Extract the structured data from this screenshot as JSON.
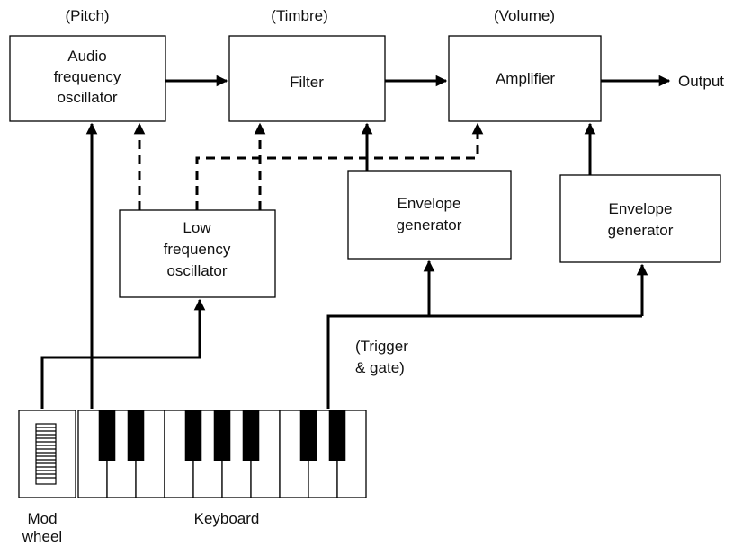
{
  "header_labels": {
    "pitch": "(Pitch)",
    "timbre": "(Timbre)",
    "volume": "(Volume)"
  },
  "blocks": {
    "audio_osc": {
      "line1": "Audio",
      "line2": "frequency",
      "line3": "oscillator"
    },
    "filter": {
      "line1": "Filter"
    },
    "amplifier": {
      "line1": "Amplifier"
    },
    "lfo": {
      "line1": "Low",
      "line2": "frequency",
      "line3": "oscillator"
    },
    "env1": {
      "line1": "Envelope",
      "line2": "generator"
    },
    "env2": {
      "line1": "Envelope",
      "line2": "generator"
    }
  },
  "output_label": "Output",
  "trigger_label": {
    "line1": "(Trigger",
    "line2": "& gate)"
  },
  "mod_wheel_label": {
    "line1": "Mod",
    "line2": "wheel"
  },
  "keyboard_label": "Keyboard",
  "colors": {
    "line": "#000000",
    "background": "#ffffff"
  }
}
